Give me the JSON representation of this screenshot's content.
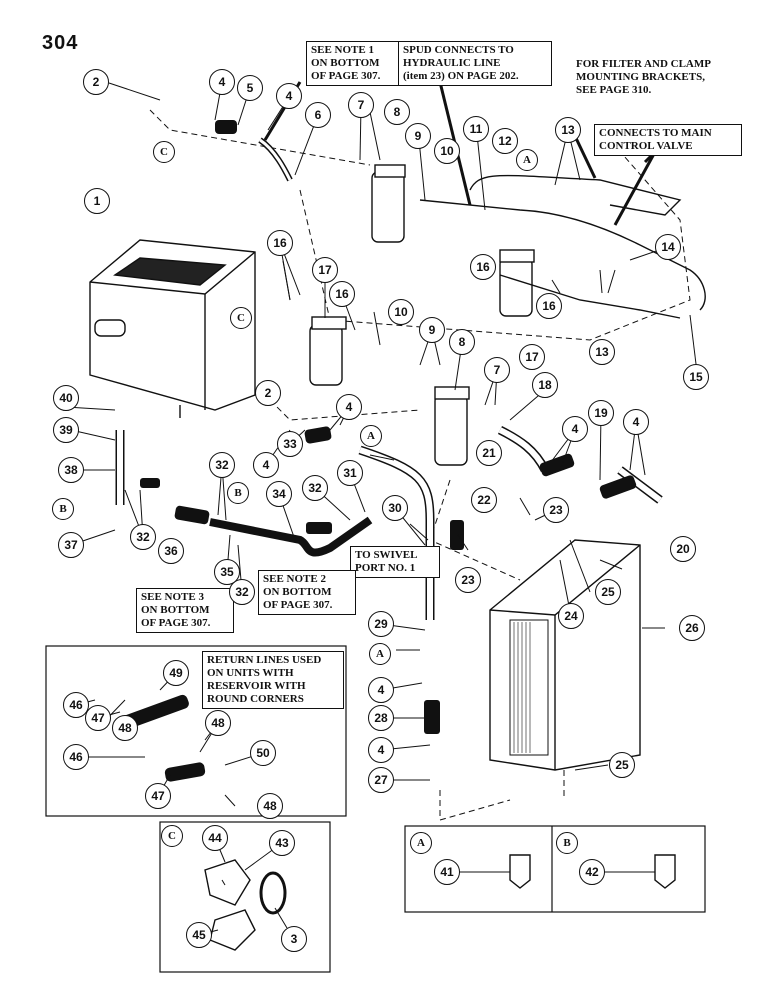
{
  "page_number": "304",
  "notes": {
    "note1": "SEE NOTE 1\nON BOTTOM\nOF PAGE 307.",
    "spud": "SPUD CONNECTS TO\nHYDRAULIC LINE\n(item 23) ON PAGE 202.",
    "filter": "FOR FILTER AND CLAMP\nMOUNTING BRACKETS,\nSEE PAGE 310.",
    "main_valve": "CONNECTS TO MAIN\nCONTROL VALVE",
    "swivel": "TO SWIVEL\nPORT NO. 1",
    "note2": "SEE NOTE 2\nON BOTTOM\nOF PAGE 307.",
    "note3": "SEE NOTE 3\nON BOTTOM\nOF PAGE 307.",
    "return_lines": "RETURN LINES USED\nON UNITS WITH\nRESERVOIR WITH\nROUND CORNERS"
  },
  "callouts": [
    "1",
    "2",
    "3",
    "4",
    "5",
    "6",
    "7",
    "8",
    "9",
    "10",
    "11",
    "12",
    "13",
    "14",
    "15",
    "16",
    "17",
    "18",
    "19",
    "20",
    "21",
    "22",
    "23",
    "24",
    "25",
    "26",
    "27",
    "28",
    "29",
    "30",
    "31",
    "32",
    "33",
    "34",
    "35",
    "36",
    "37",
    "38",
    "39",
    "40",
    "41",
    "42",
    "43",
    "44",
    "45",
    "46",
    "47",
    "48",
    "49",
    "50"
  ],
  "letters": {
    "a": "A",
    "b": "B",
    "c": "C"
  }
}
